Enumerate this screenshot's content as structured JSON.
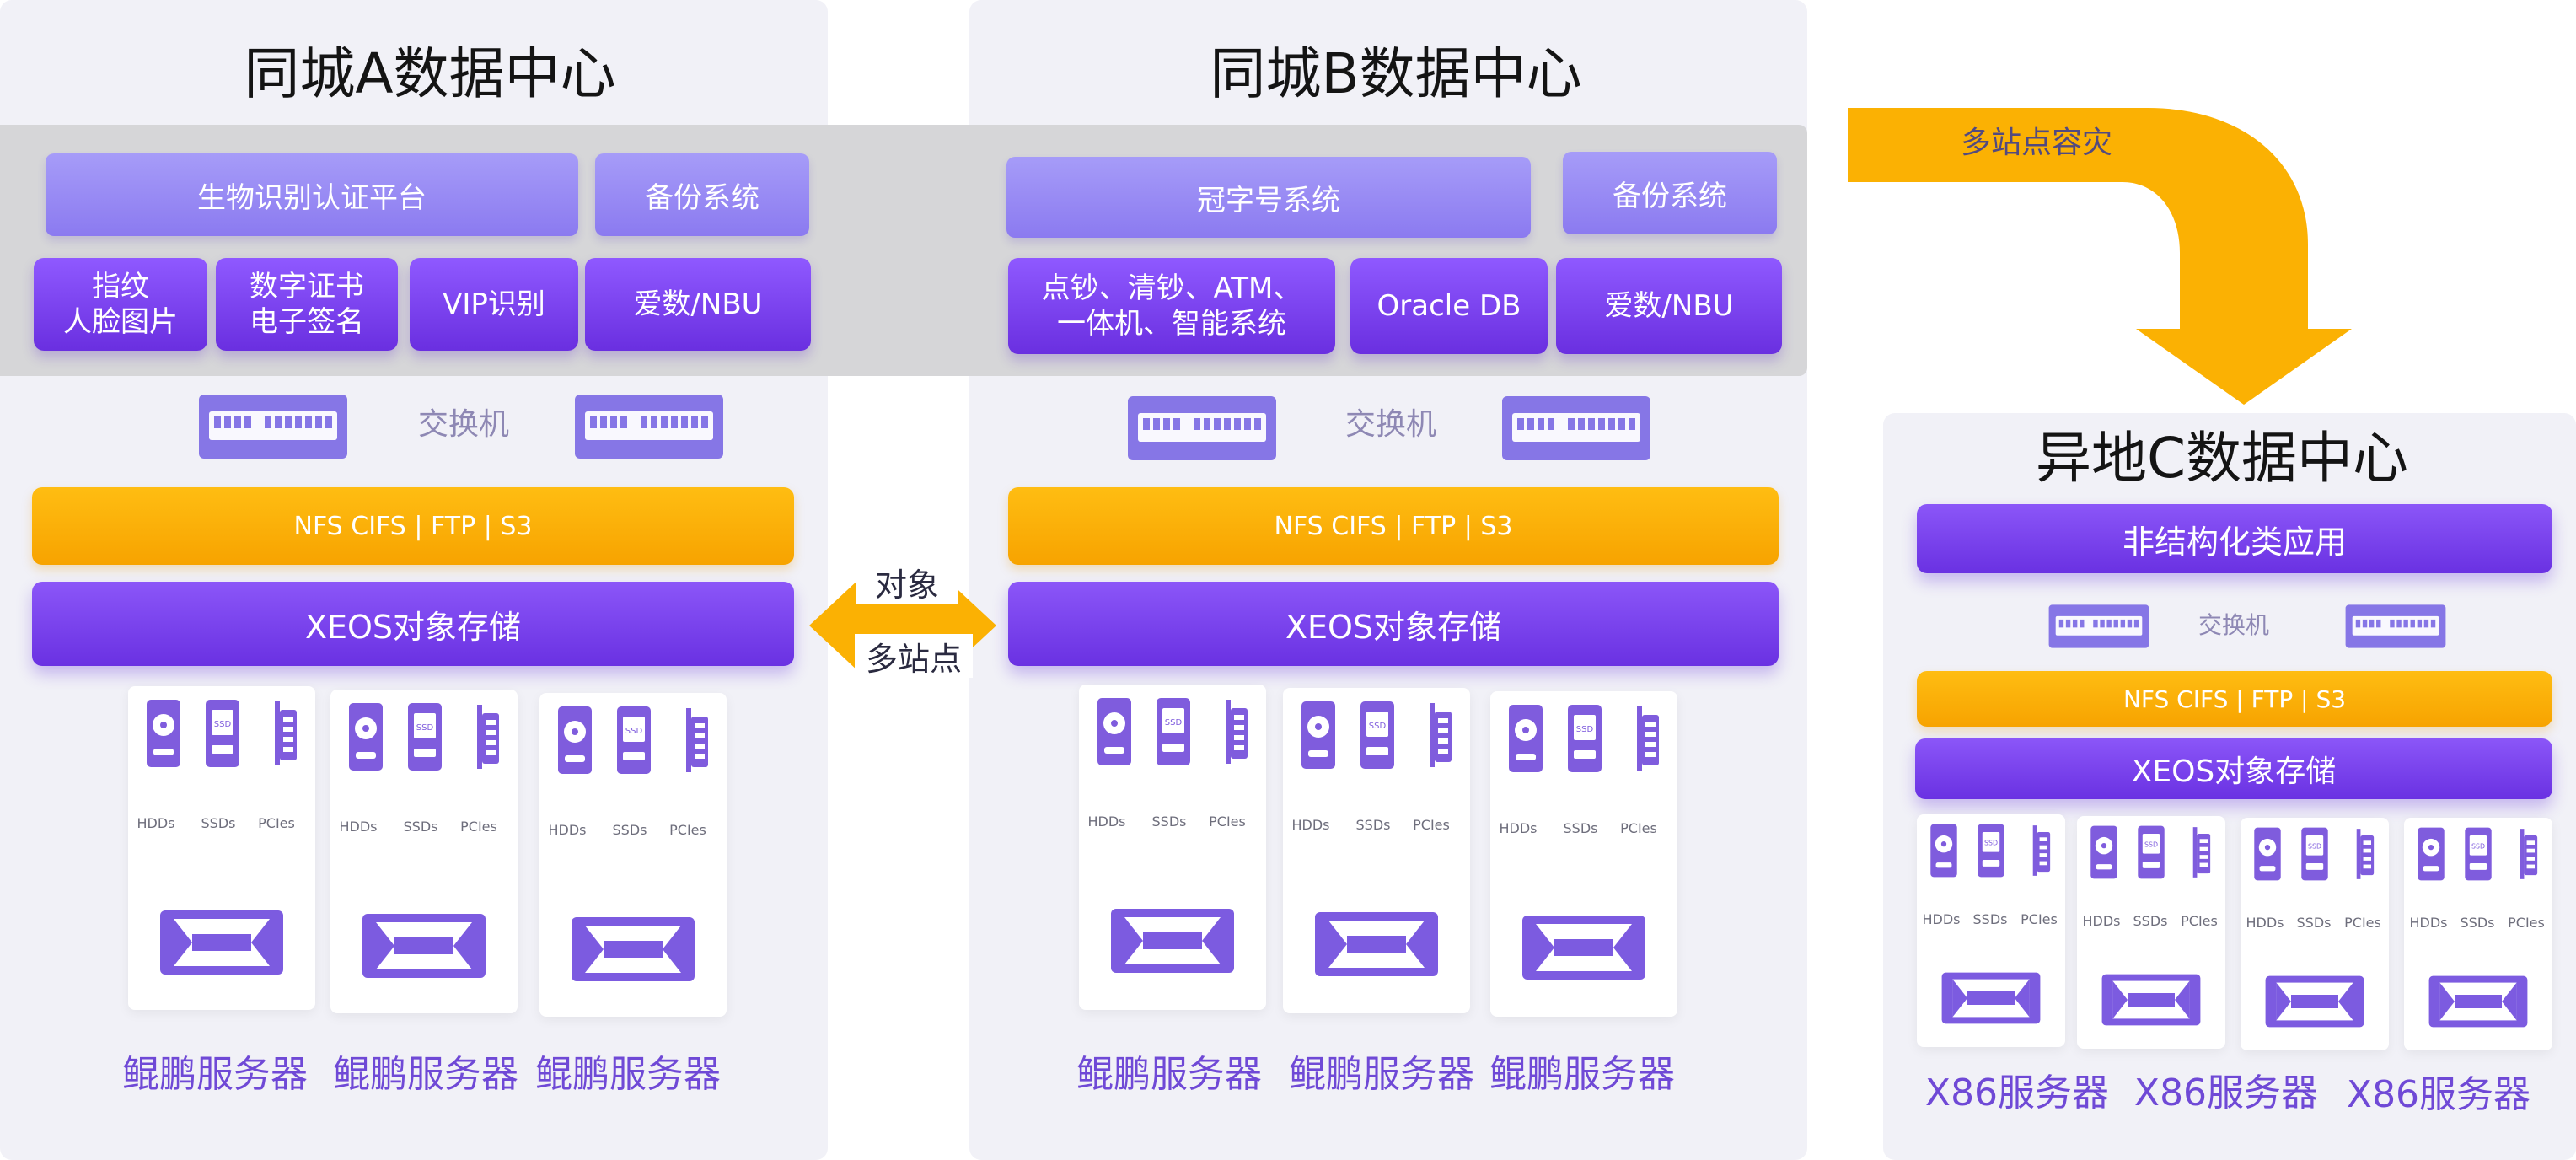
{
  "title_a": "同城A数据中心",
  "title_b": "同城B数据中心",
  "title_c": "异地C数据中心",
  "dc_a": {
    "platform": "生物识别认证平台",
    "backup": "备份系统",
    "apps": [
      "指纹\n人脸图片",
      "数字证书\n电子签名",
      "VIP识别",
      "爱数/NBU"
    ],
    "switch_label": "交换机",
    "protocols": "NFS CIFS | FTP | S3",
    "storage": "XEOS对象存储",
    "servers": [
      "鲲鹏服务器",
      "鲲鹏服务器",
      "鲲鹏服务器"
    ]
  },
  "dc_b": {
    "platform": "冠字号系统",
    "backup": "备份系统",
    "apps": [
      "点钞、清钞、ATM、\n一体机、智能系统",
      "Oracle DB",
      "爱数/NBU"
    ],
    "switch_label": "交换机",
    "protocols": "NFS CIFS | FTP | S3",
    "storage": "XEOS对象存储",
    "servers": [
      "鲲鹏服务器",
      "鲲鹏服务器",
      "鲲鹏服务器"
    ]
  },
  "dc_c": {
    "app": "非结构化类应用",
    "switch_label": "交换机",
    "protocols": "NFS CIFS | FTP | S3",
    "storage": "XEOS对象存储",
    "servers": [
      "X86服务器",
      "X86服务器",
      "X86服务器"
    ]
  },
  "component_labels": {
    "hdd": "HDDs",
    "ssd": "SSDs",
    "pcie": "PCIes"
  },
  "link_top": "对象",
  "link_bottom": "多站点",
  "relay": "多站点容灾",
  "colors": {
    "purple": "#7b45f0",
    "light_purple": "#9a8cf5",
    "orange": "#fbb103",
    "panel": "#f1f1f7"
  }
}
